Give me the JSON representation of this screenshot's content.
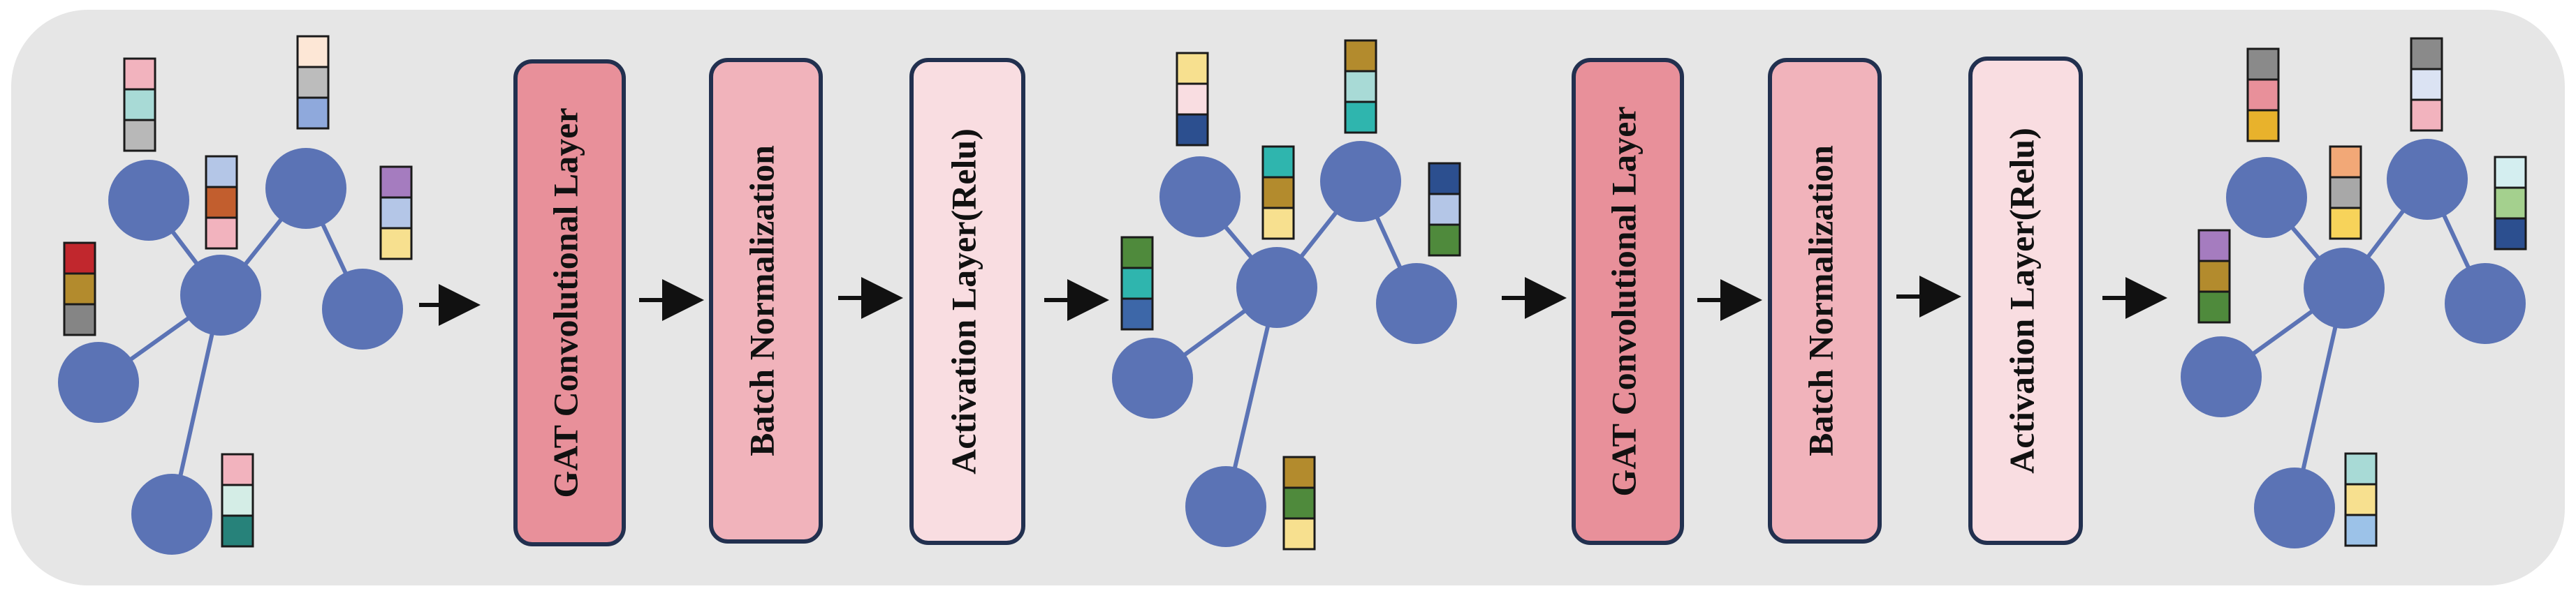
{
  "colors": {
    "panel_bg": "#e6e6e6",
    "node_fill": "#5b73b5",
    "edge_color": "#5b73b5",
    "arrow_color": "#111111",
    "block_border": "#22304f",
    "gat_fill": "#e8909a",
    "batchnorm_fill": "#f1b3bb",
    "activation_fill": "#f9dde1"
  },
  "pipeline": {
    "blocks": [
      {
        "id": "gat-1",
        "label": "GAT Convolutional Layer",
        "color_key": "gat_fill"
      },
      {
        "id": "bn-1",
        "label": "Batch Normalization",
        "color_key": "batchnorm_fill"
      },
      {
        "id": "act-1",
        "label": "Activation Layer(Relu)",
        "color_key": "activation_fill"
      },
      {
        "id": "gat-2",
        "label": "GAT Convolutional Layer",
        "color_key": "gat_fill"
      },
      {
        "id": "bn-2",
        "label": "Batch Normalization",
        "color_key": "batchnorm_fill"
      },
      {
        "id": "act-2",
        "label": "Activation Layer(Relu)",
        "color_key": "activation_fill"
      }
    ]
  },
  "graphs": [
    {
      "name": "input-graph",
      "feature_stacks": [
        [
          "#f2b3be",
          "#a8dad6",
          "#b8b8b8"
        ],
        [
          "#fde7d6",
          "#bcbcbc",
          "#8fa9dc"
        ],
        [
          "#b4c6e7",
          "#c25e2e",
          "#f2b3be"
        ],
        [
          "#a57cbf",
          "#b4c6e7",
          "#f7e08f"
        ],
        [
          "#c1272d",
          "#b38b2d",
          "#858585"
        ],
        [
          "#f2b3be",
          "#d4ede6",
          "#27827a"
        ]
      ]
    },
    {
      "name": "hidden-graph",
      "feature_stacks": [
        [
          "#f7e08f",
          "#f9dde1",
          "#2c4f8f"
        ],
        [
          "#b38b2d",
          "#a8dad6",
          "#2fb5ae"
        ],
        [
          "#2fb5ae",
          "#b38b2d",
          "#f7e08f"
        ],
        [
          "#2c4f8f",
          "#b4c6e7",
          "#4f8a3c"
        ],
        [
          "#4f8a3c",
          "#2fb5ae",
          "#3d67a8"
        ],
        [
          "#b38b2d",
          "#4f8a3c",
          "#f7e08f"
        ]
      ]
    },
    {
      "name": "output-graph",
      "feature_stacks": [
        [
          "#8a8a8a",
          "#e8909a",
          "#e8b22c"
        ],
        [
          "#8a8a8a",
          "#dbe3f3",
          "#f2b3be"
        ],
        [
          "#f2a877",
          "#a8a8a8",
          "#f7d35a"
        ],
        [
          "#d4eef0",
          "#a4d08e",
          "#2c4f8f"
        ],
        [
          "#a57cbf",
          "#b38b2d",
          "#4f8a3c"
        ],
        [
          "#a8dad6",
          "#f7e08f",
          "#9cc2e8"
        ]
      ]
    }
  ]
}
